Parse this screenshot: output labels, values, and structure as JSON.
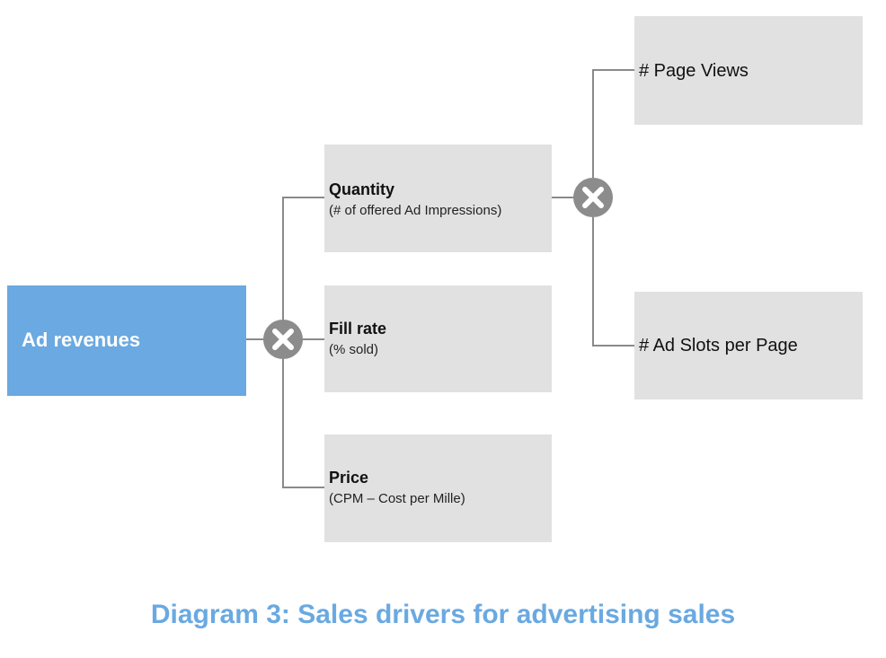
{
  "diagram": {
    "root": {
      "label": "Ad revenues",
      "color": "#6aa9e1"
    },
    "operators": [
      {
        "name": "multiply",
        "icon": "multiply-icon"
      },
      {
        "name": "multiply",
        "icon": "multiply-icon"
      }
    ],
    "drivers": [
      {
        "title": "Quantity",
        "subtitle": "(# of offered Ad Impressions)"
      },
      {
        "title": "Fill rate",
        "subtitle": "(% sold)"
      },
      {
        "title": "Price",
        "subtitle": "(CPM – Cost per Mille)"
      }
    ],
    "quantity_drivers": [
      {
        "label": "# Page Views"
      },
      {
        "label": "# Ad Slots per Page"
      }
    ],
    "box_color": "#e1e1e1",
    "line_color": "#8a8a8a",
    "operator_color": "#8c8c8c"
  },
  "caption": "Diagram 3: Sales drivers for advertising sales"
}
